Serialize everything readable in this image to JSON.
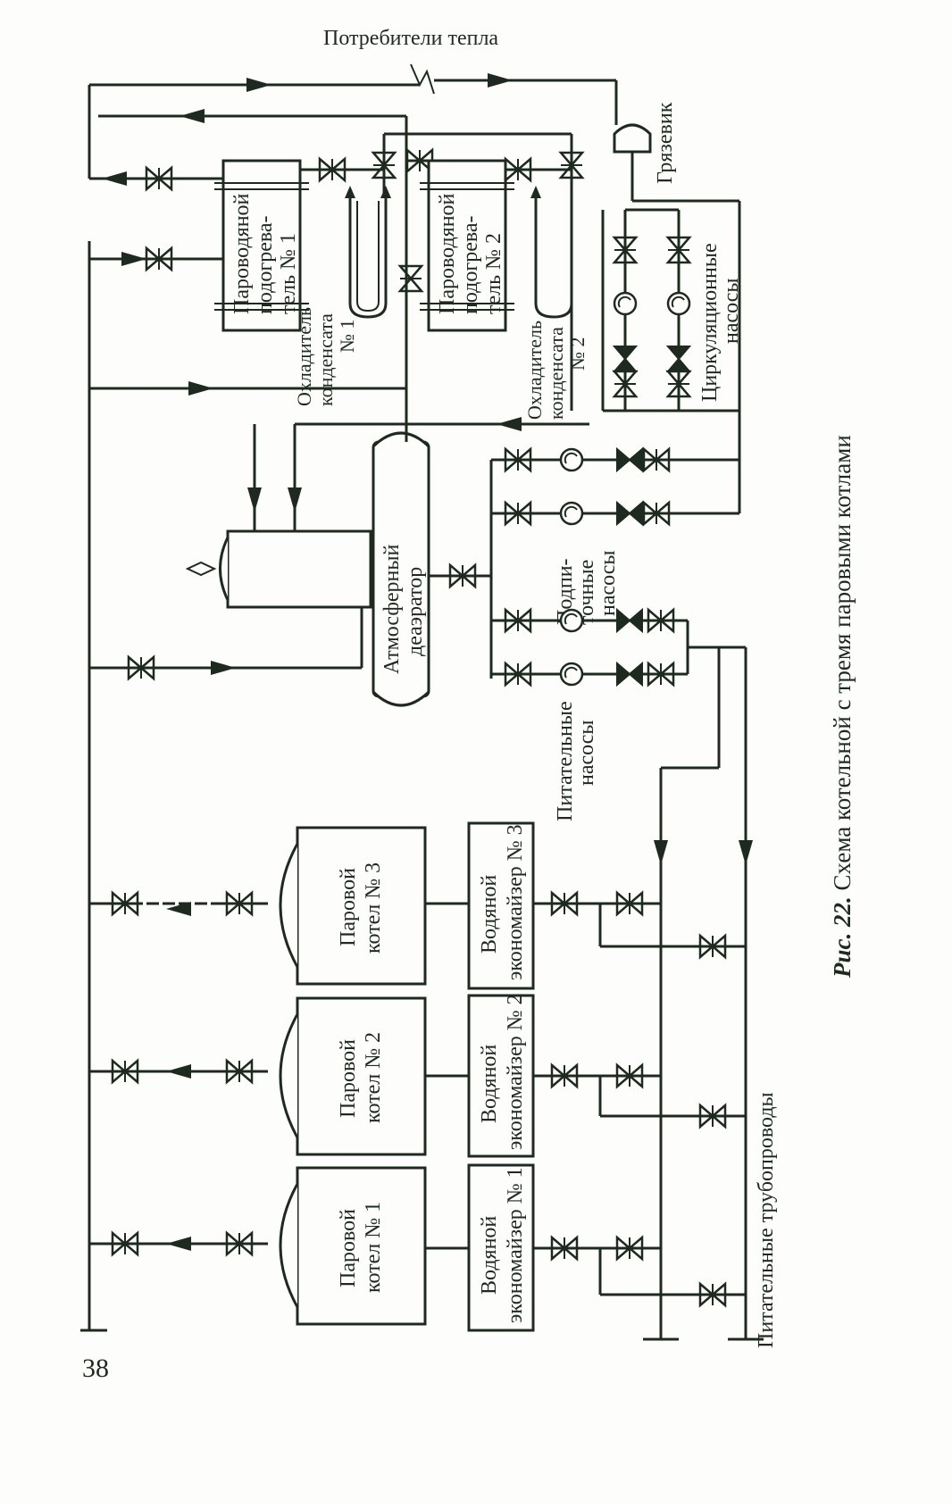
{
  "top_label": "Потребители тепла",
  "grjazevik": "Грязевик",
  "heater1": [
    "Пароводяной",
    "подогрева-",
    "тель № 1"
  ],
  "heater2": [
    "Пароводяной",
    "подогрева-",
    "тель № 2"
  ],
  "cooler1": [
    "Охладитель",
    "конденсата",
    "№ 1"
  ],
  "cooler2": [
    "Охладитель",
    "конденсата",
    "№ 2"
  ],
  "circ_pumps": [
    "Циркуляционные",
    "насосы"
  ],
  "deaerator": [
    "Атмосферный",
    "деаэратор"
  ],
  "makeup_pumps": [
    "Подпи-",
    "точные",
    "насосы"
  ],
  "feed_pumps": [
    "Питательные",
    "насосы"
  ],
  "boiler1": [
    "Паровой",
    "котел № 1"
  ],
  "boiler2": [
    "Паровой",
    "котел № 2"
  ],
  "boiler3": [
    "Паровой",
    "котел № 3"
  ],
  "econ1": [
    "Водяной",
    "экономайзер № 1"
  ],
  "econ2": [
    "Водяной",
    "экономайзер № 2"
  ],
  "econ3": [
    "Водяной",
    "экономайзер № 3"
  ],
  "feed_pipelines": "Питательные трубопроводы",
  "caption_prefix": "Рис. 22.",
  "caption_text": " Схема котельной с тремя паровыми котлами",
  "page_number": "38"
}
